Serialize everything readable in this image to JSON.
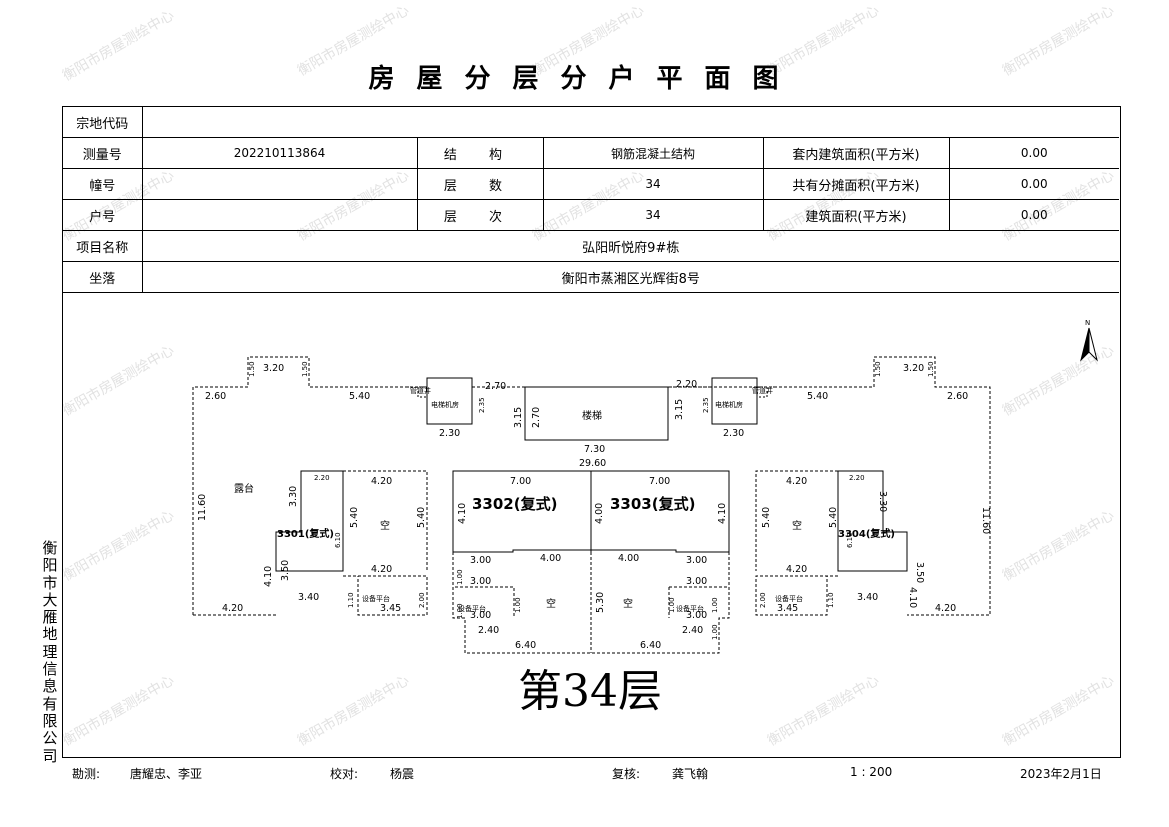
{
  "watermark": "衡阳市房屋测绘中心",
  "title": "房屋分层分户平面图",
  "info": {
    "zongdi_label": "宗地代码",
    "zongdi_value": "",
    "survey_label": "测量号",
    "survey_value": "202210113864",
    "struct_label": "结 构",
    "struct_value": "钢筋混凝土结构",
    "inner_area_label": "套内建筑面积(平方米)",
    "inner_area_value": "0.00",
    "building_label": "幢号",
    "building_value": "",
    "floors_label": "层 数",
    "floors_value": "34",
    "shared_area_label": "共有分摊面积(平方米)",
    "shared_area_value": "0.00",
    "unit_label": "户号",
    "unit_value": "",
    "level_label": "层 次",
    "level_value": "34",
    "area_label": "建筑面积(平方米)",
    "area_value": "0.00",
    "project_label": "项目名称",
    "project_value": "弘阳昕悦府9#栋",
    "location_label": "坐落",
    "location_value": "衡阳市蒸湘区光辉街8号"
  },
  "plan": {
    "north": "N",
    "floor_label": "第34层",
    "units": [
      "3301(复式)",
      "3302(复式)",
      "3303(复式)",
      "3304(复式)"
    ],
    "rooms": {
      "stair": "楼梯",
      "elevator_room": "电梯机房",
      "terrace": "露台",
      "void": "空",
      "equipment": "设备平台",
      "mgmt": "管道井"
    },
    "dims": {
      "top_tab": "3.20",
      "tab_side": "1.50",
      "top_left": "2.60",
      "top_mid": "5.40",
      "elev_h": "2.35",
      "elev_w": "2.30",
      "stair_top": "2.70",
      "stair_side": "3.15",
      "stair_inner": "2.70",
      "stair_top_r": "2.20",
      "core": "7.30",
      "total": "29.60",
      "left_h": "11.60",
      "unit_top": "7.00",
      "unit_side": "4.10",
      "unit_side_b": "4.00",
      "left_top_a": "2.20",
      "left_top_b": "4.20",
      "left_v": "3.30",
      "left_v2": "5.40",
      "left_v3": "6.10",
      "left_bot_v": "4.10",
      "left_bot_v2": "3.50",
      "left_bot_w": "3.40",
      "left_bot_w2": "4.20",
      "equip_w": "3.45",
      "equip_h": "2.00",
      "equip_s": "1.10",
      "mid_w": "4.00",
      "mid_w2": "3.00",
      "mid_h": "5.30",
      "pit_w": "2.40",
      "pit_s": "1.00",
      "bot_w": "6.40"
    }
  },
  "company": "衡阳市大雁地理信息有限公司",
  "footer": {
    "survey_label": "勘测:",
    "survey_names": "唐耀忠、李亚",
    "check_label": "校对:",
    "check_name": "杨震",
    "review_label": "复核:",
    "review_name": "龚飞翰",
    "scale": "1 : 200",
    "date": "2023年2月1日"
  }
}
